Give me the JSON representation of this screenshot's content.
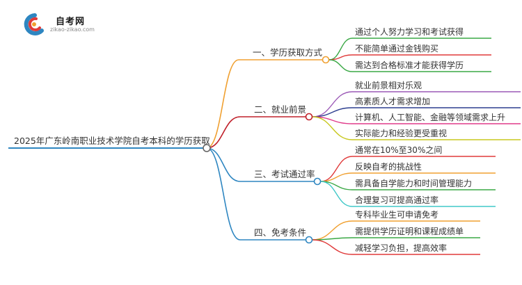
{
  "logo": {
    "brand": "自考网",
    "domain": "zikao-zikao.com"
  },
  "root": {
    "label": "2025年广东岭南职业技术学院自考本科的学历获取"
  },
  "branches": [
    {
      "label": "一、学历获取方式",
      "color": "#f0a030",
      "leaves": [
        {
          "label": "通过个人努力学习和考试获得",
          "color": "#3aa845"
        },
        {
          "label": "不能简单通过金钱购买",
          "color": "#e03a3a"
        },
        {
          "label": "需达到合格标准才能获得学历",
          "color": "#3aa845"
        }
      ]
    },
    {
      "label": "二、就业前景",
      "color": "#c0202a",
      "leaves": [
        {
          "label": "就业前景相对乐观",
          "color": "#9b59b6"
        },
        {
          "label": "高素质人才需求增加",
          "color": "#2c3e8f"
        },
        {
          "label": "计算机、人工智能、金融等领域需求上升",
          "color": "#e03a8a"
        },
        {
          "label": "实际能力和经验更受重视",
          "color": "#c8c81e"
        }
      ]
    },
    {
      "label": "三、考试通过率",
      "color": "#2e86c1",
      "leaves": [
        {
          "label": "通常在10%至30%之间",
          "color": "#e03a3a"
        },
        {
          "label": "反映自考的挑战性",
          "color": "#f0a030"
        },
        {
          "label": "需具备自学能力和时间管理能力",
          "color": "#3aa845"
        },
        {
          "label": "合理复习可提高通过率",
          "color": "#40c8c8"
        }
      ]
    },
    {
      "label": "四、免考条件",
      "color": "#2e86c1",
      "leaves": [
        {
          "label": "专科毕业生可申请免考",
          "color": "#f0a030"
        },
        {
          "label": "需提供学历证明和课程成绩单",
          "color": "#3aa845"
        },
        {
          "label": "减轻学习负担，提高效率",
          "color": "#e03a3a"
        }
      ]
    }
  ]
}
